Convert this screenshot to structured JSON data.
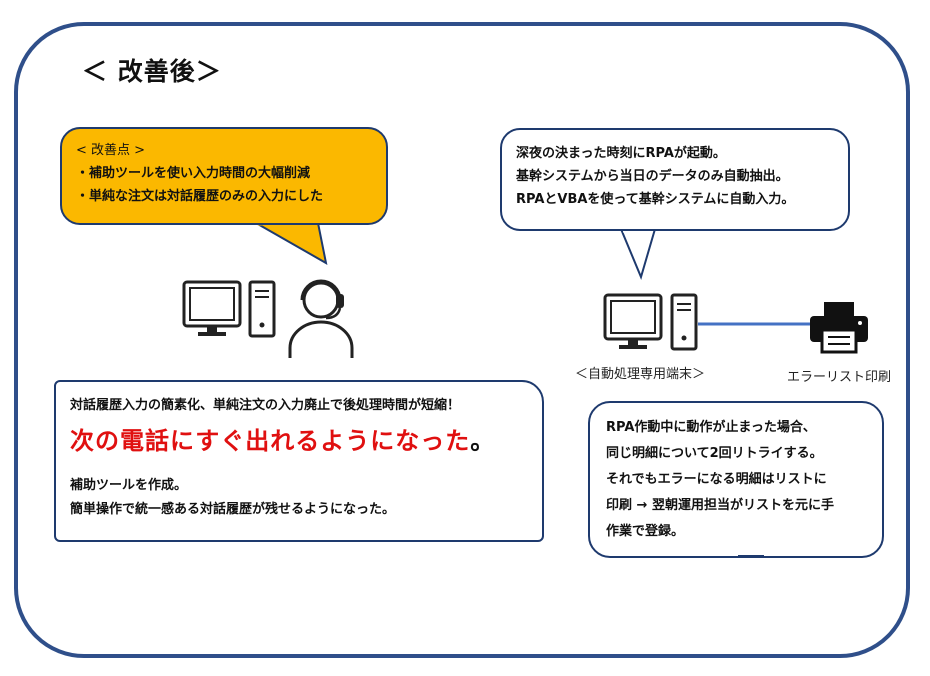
{
  "title": "＜ 改善後＞",
  "improvement_bubble": {
    "heading": "< 改善点 >",
    "lines": [
      "・補助ツールを使い入力時間の大幅削減",
      "・単純な注文は対話履歴のみの入力にした"
    ]
  },
  "rpa_bubble": {
    "lines": [
      "深夜の決まった時刻にRPAが起動。",
      "基幹システムから当日のデータのみ自動抽出。",
      "RPAとVBAを使って基幹システムに自動入力。"
    ]
  },
  "result_box": {
    "line1": "対話履歴入力の簡素化、単純注文の入力廃止で後処理時間が短縮！",
    "highlight": "次の電話にすぐ出れるようになった",
    "highlight_end": "。",
    "line3": "補助ツールを作成。",
    "line4": "簡単操作で統一感ある対話履歴が残せるようになった。"
  },
  "error_box": {
    "lines": [
      "RPA作動中に動作が止まった場合、",
      "同じ明細について2回リトライする。",
      "それでもエラーになる明細はリストに",
      "印刷 → 翌朝運用担当がリストを元に手",
      "作業で登録。"
    ]
  },
  "captions": {
    "terminal": "＜自動処理専用端末＞",
    "printer": "エラーリスト印刷"
  },
  "colors": {
    "frame": "#2f4f8a",
    "bubble_yellow": "#fbb800",
    "highlight_red": "#e01010",
    "connector": "#4472c4"
  },
  "icons": [
    "monitor-icon",
    "pc-tower-icon",
    "operator-headset-icon",
    "printer-icon"
  ]
}
